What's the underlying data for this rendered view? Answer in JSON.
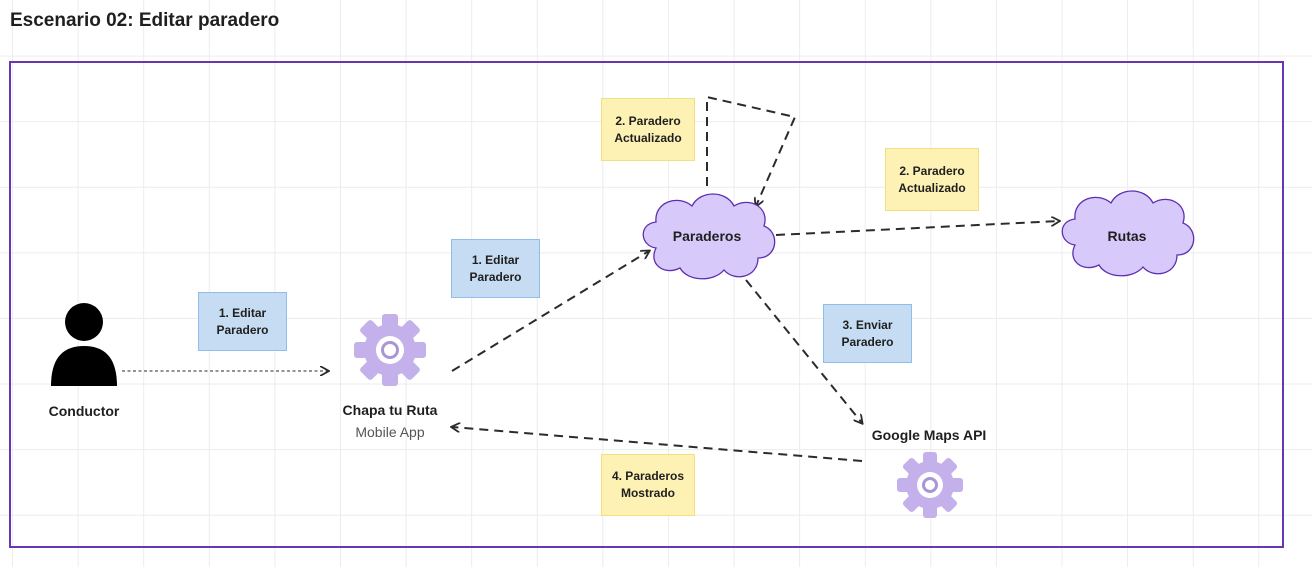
{
  "title": "Escenario 02: Editar paradero",
  "actor": {
    "name": "Conductor",
    "icon": "person-icon"
  },
  "app": {
    "name": "Chapa tu Ruta",
    "subtitle": "Mobile App",
    "icon": "gear-icon"
  },
  "clouds": {
    "paraderos": "Paraderos",
    "rutas": "Rutas"
  },
  "api": {
    "name": "Google Maps API",
    "icon": "gear-icon"
  },
  "notes": {
    "edit_1": "1. Editar\nParadero",
    "edit_2": "1. Editar\nParadero",
    "updated_1": "2. Paradero\nActualizado",
    "updated_2": "2. Paradero\nActualizado",
    "send": "3. Enviar\nParadero",
    "shown": "4. Paraderos\nMostrado"
  },
  "colors": {
    "frame": "#6a35b0",
    "cloud_fill": "#d7c9fa",
    "cloud_stroke": "#5d2fb0",
    "gear": "#c4b1ec",
    "note_blue": "#c6dcf2",
    "note_yellow": "#fdf1b4",
    "connector": "#2b2b2b"
  }
}
